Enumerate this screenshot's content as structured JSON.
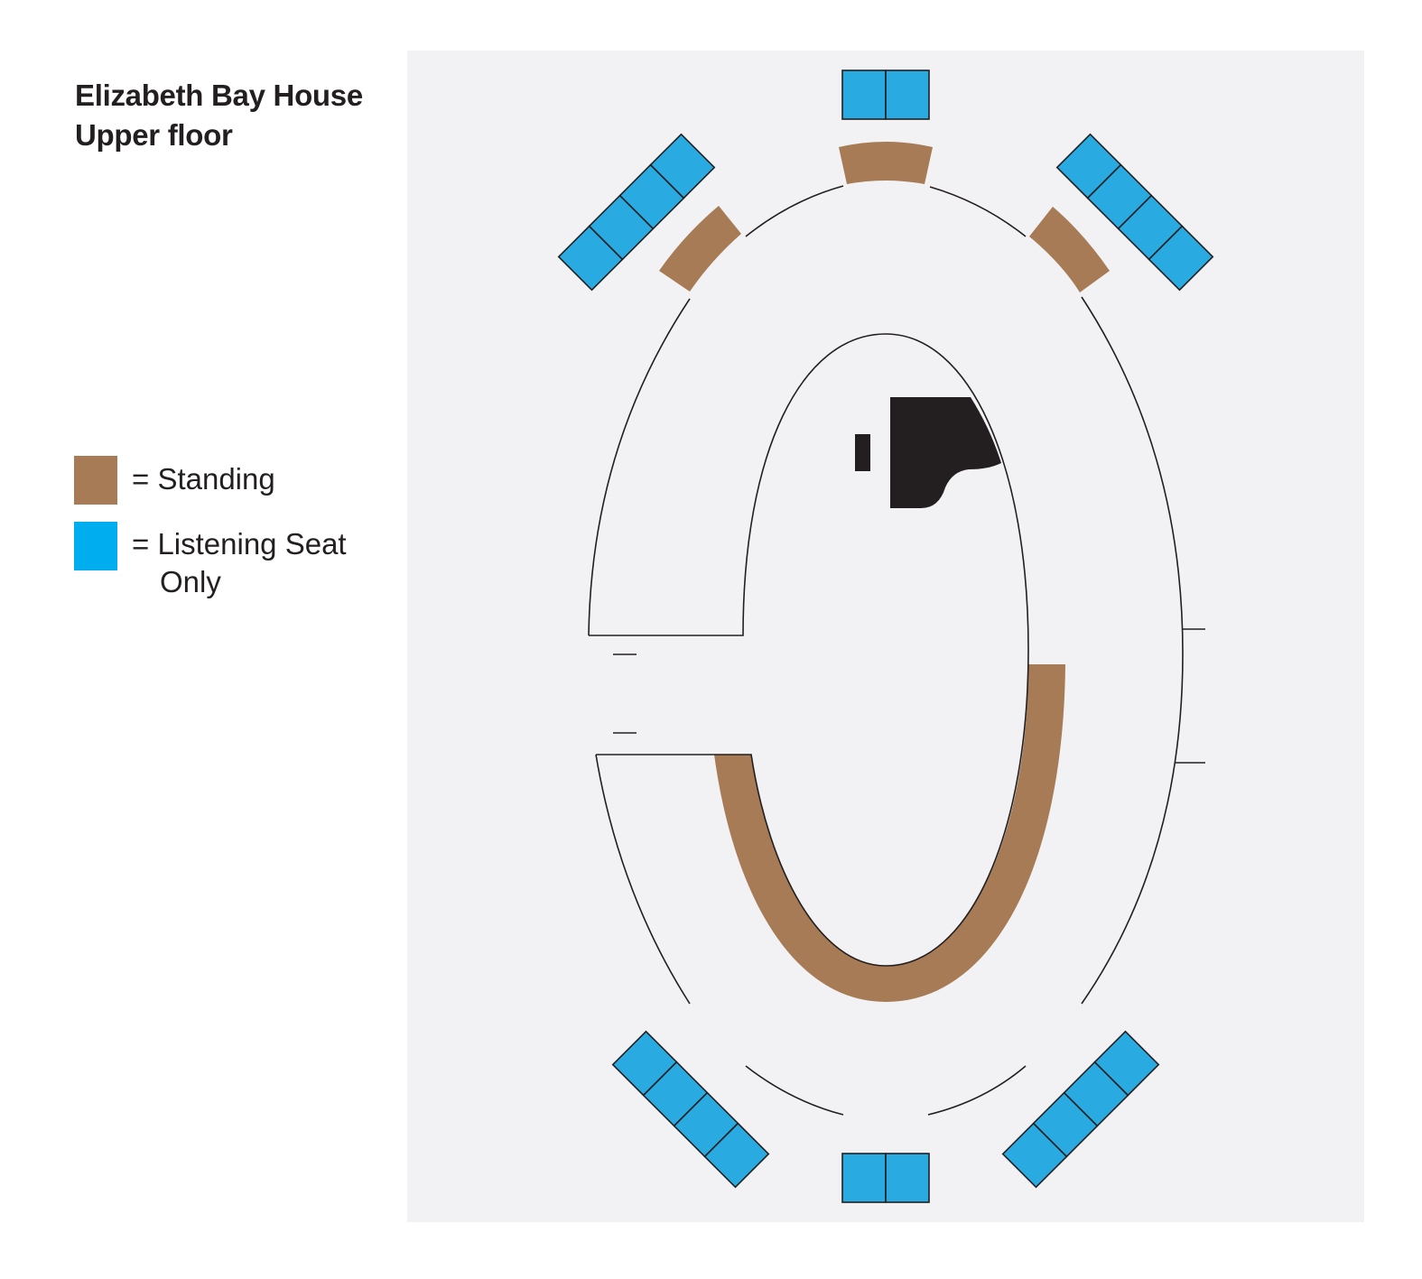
{
  "title": {
    "line1": "Elizabeth Bay House",
    "line2": "Upper floor"
  },
  "legend": {
    "standing": {
      "label": "= Standing",
      "color": "#a77b55"
    },
    "seat": {
      "label_line1": "= Listening Seat",
      "label_line2": "Only",
      "color": "#00aeef"
    }
  },
  "colors": {
    "floor_background": "#f2f2f4",
    "standing_fill": "#a77b55",
    "seat_fill": "#29abe2",
    "piano_fill": "#231f20",
    "line": "#231f20"
  },
  "icons": [
    "piano-icon",
    "piano-bench-icon"
  ]
}
